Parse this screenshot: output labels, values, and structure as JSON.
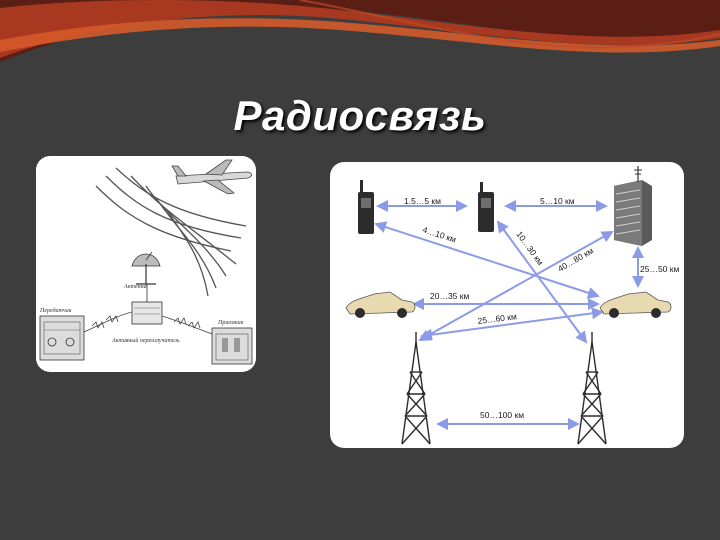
{
  "slide": {
    "title": "Радиосвязь",
    "colors": {
      "background": "#3d3d3d",
      "swoosh_dark": "#5a1e14",
      "swoosh_red": "#a8381f",
      "swoosh_orange": "#d45a2a",
      "arrow": "#8c9be6",
      "panel": "#ffffff"
    }
  },
  "left_diagram": {
    "labels": {
      "transmitter": "Передатчик",
      "antenna": "Антенна",
      "receiver": "Приемник",
      "repeater": "Активный переизлучатель"
    }
  },
  "right_diagram": {
    "icons": [
      "walkie-talkie-icon",
      "walkie-talkie-icon",
      "building-icon",
      "car-icon",
      "car-icon",
      "radio-tower-icon",
      "radio-tower-icon"
    ],
    "distances": {
      "radio_to_radio": "1.5…5 км",
      "radio_to_building": "5…10 км",
      "radio_to_car_diag": "4…10 км",
      "radio_to_car2_diag": "10…30 км",
      "building_to_car_diag": "40…80 км",
      "building_to_car": "25…50 км",
      "car_to_car": "20…35 км",
      "car_to_tower": "25…60 км",
      "tower_to_tower": "50…100 км"
    }
  }
}
